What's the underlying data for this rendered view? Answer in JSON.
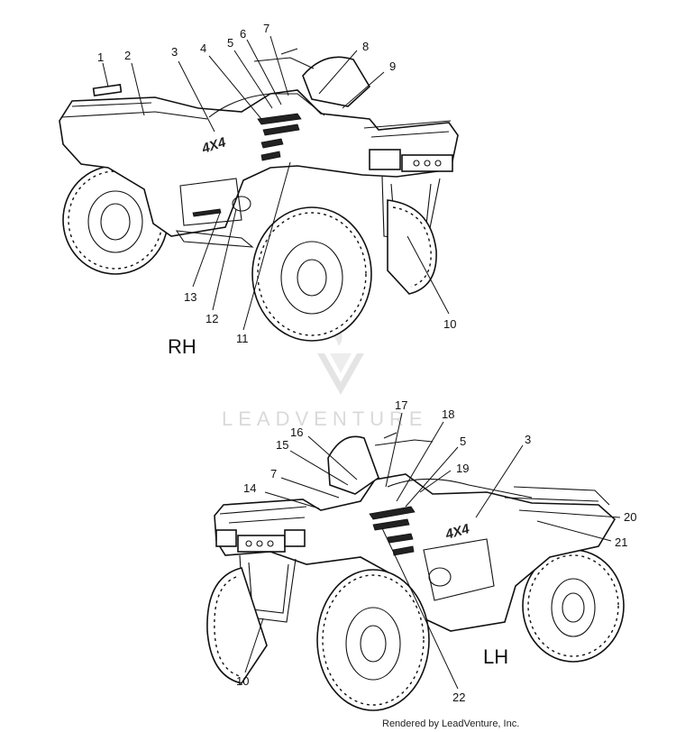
{
  "diagram": {
    "views": [
      {
        "id": "rh",
        "label": "RH"
      },
      {
        "id": "lh",
        "label": "LH"
      }
    ],
    "callouts": {
      "rh": [
        "1",
        "2",
        "3",
        "4",
        "5",
        "6",
        "7",
        "8",
        "9",
        "10",
        "11",
        "12",
        "13"
      ],
      "lh": [
        "17",
        "18",
        "5",
        "16",
        "15",
        "3",
        "19",
        "7",
        "14",
        "20",
        "21",
        "10",
        "22"
      ]
    },
    "watermark": "LEADVENTURE",
    "credit": "Rendered by LeadVenture, Inc."
  }
}
